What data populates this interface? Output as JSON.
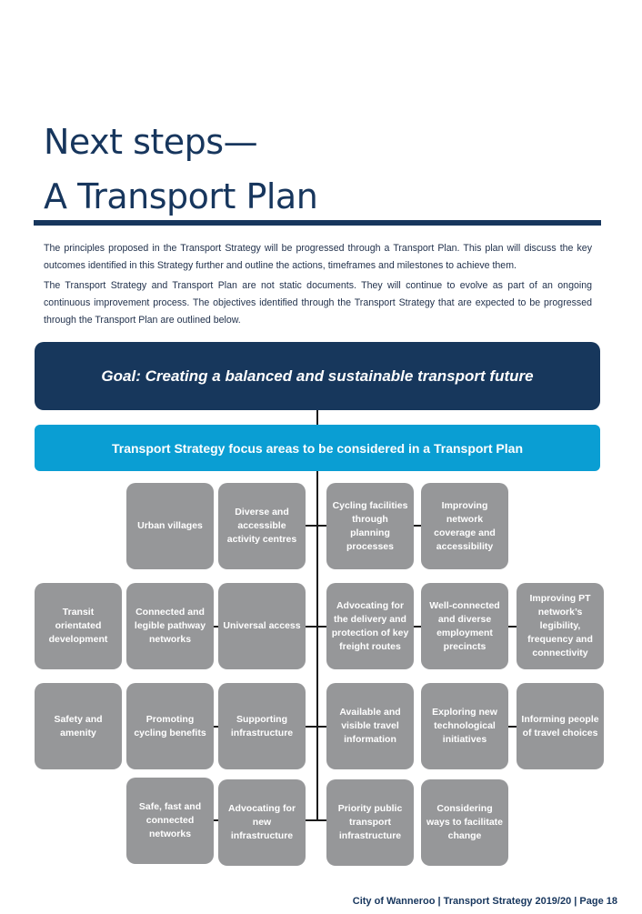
{
  "heading": {
    "line1": "Next steps—",
    "line2": "A Transport Plan"
  },
  "intro": {
    "p1": "The principles proposed in the Transport Strategy will be progressed through a Transport Plan. This plan will discuss the key outcomes identified in this Strategy further and outline the actions, timeframes and milestones to achieve them.",
    "p2": "The Transport Strategy and Transport Plan are not static documents. They will continue to evolve as part of an ongoing continuous improvement process. The objectives identified through the Transport Strategy that are expected to be progressed through the Transport Plan are outlined below."
  },
  "diagram": {
    "goal": "Goal: Creating a balanced and sustainable transport future",
    "focus": "Transport Strategy focus areas to be considered in a Transport Plan",
    "rows": [
      {
        "left": [
          "Urban villages",
          "Diverse and accessible activity centres"
        ],
        "right": [
          "Cycling facilities through planning processes",
          "Improving network coverage and accessibility"
        ]
      },
      {
        "left": [
          "Transit orientated development",
          "Connected and legible pathway networks",
          "Universal access"
        ],
        "right": [
          "Advocating for the delivery and protection of key freight routes",
          "Well-connected and diverse employment precincts",
          "Improving PT network’s legibility, frequency and connectivity"
        ]
      },
      {
        "left": [
          "Safety and amenity",
          "Promoting cycling benefits",
          "Supporting infrastructure"
        ],
        "right": [
          "Available and visible travel information",
          "Exploring new technological initiatives",
          "Informing people of travel choices"
        ]
      },
      {
        "left": [
          "Safe, fast and connected networks",
          "Advocating for new infrastructure"
        ],
        "right": [
          "Priority public transport infrastructure",
          "Considering ways to facilitate change"
        ]
      }
    ]
  },
  "footer": "City of Wanneroo | Transport Strategy 2019/20 | Page 18"
}
